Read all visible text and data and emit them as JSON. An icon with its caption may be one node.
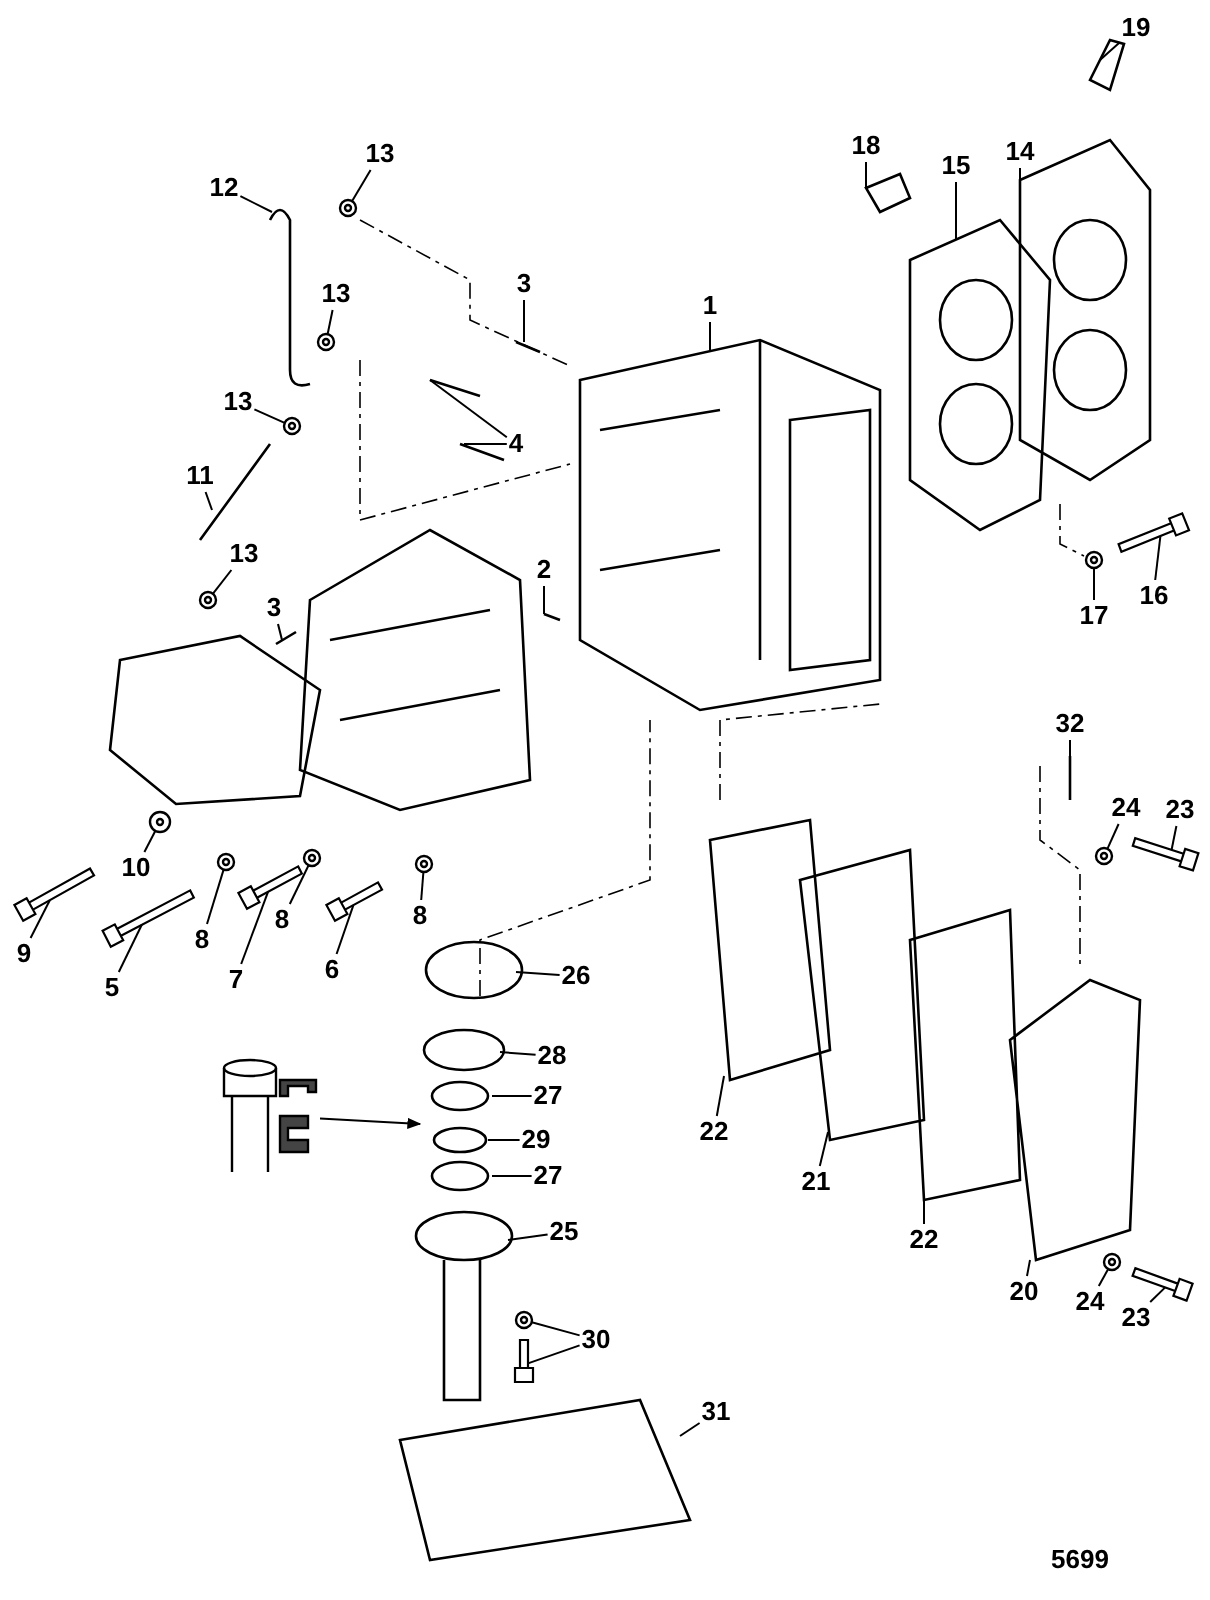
{
  "diagram": {
    "nodes": [
      {
        "text": [
          "19"
        ]
      },
      {
        "text": [
          "13"
        ]
      },
      {
        "text": [
          "12"
        ]
      },
      {
        "text": [
          "18"
        ]
      },
      {
        "text": [
          "15"
        ]
      },
      {
        "text": [
          "14"
        ]
      },
      {
        "text": [
          "3"
        ]
      },
      {
        "text": [
          "1"
        ]
      },
      {
        "text": [
          "13"
        ]
      },
      {
        "text": [
          "13"
        ]
      },
      {
        "text": [
          "4"
        ]
      },
      {
        "text": [
          "11"
        ]
      },
      {
        "text": [
          "13"
        ]
      },
      {
        "text": [
          "3"
        ]
      },
      {
        "text": [
          "2"
        ]
      },
      {
        "text": [
          "17"
        ]
      },
      {
        "text": [
          "16"
        ]
      },
      {
        "text": [
          "32"
        ]
      },
      {
        "text": [
          "24"
        ]
      },
      {
        "text": [
          "23"
        ]
      },
      {
        "text": [
          "10"
        ]
      },
      {
        "text": [
          "9"
        ]
      },
      {
        "text": [
          "5"
        ]
      },
      {
        "text": [
          "8"
        ]
      },
      {
        "text": [
          "7"
        ]
      },
      {
        "text": [
          "8"
        ]
      },
      {
        "text": [
          "6"
        ]
      },
      {
        "text": [
          "8"
        ]
      },
      {
        "text": [
          "26"
        ]
      },
      {
        "text": [
          "28"
        ]
      },
      {
        "text": [
          "27"
        ]
      },
      {
        "text": [
          "29"
        ]
      },
      {
        "text": [
          "27"
        ]
      },
      {
        "text": [
          "25"
        ]
      },
      {
        "text": [
          "30"
        ]
      },
      {
        "text": [
          "31"
        ]
      },
      {
        "text": [
          "22"
        ]
      },
      {
        "text": [
          "21"
        ]
      },
      {
        "text": [
          "22"
        ]
      },
      {
        "text": [
          "20"
        ]
      },
      {
        "text": [
          "24"
        ]
      },
      {
        "text": [
          "23"
        ]
      },
      {
        "text": [],
        "shape": "picture"
      },
      {
        "text": [],
        "shape": "circle"
      },
      {
        "text": [],
        "shape": "circle"
      },
      {
        "text": [],
        "shape": "circle"
      },
      {
        "text": [],
        "shape": "circle"
      },
      {
        "text": [],
        "shape": "circle"
      },
      {
        "text": [],
        "shape": "picture"
      },
      {
        "text": [],
        "shape": "circle"
      },
      {
        "text": [],
        "shape": "picture"
      },
      {
        "text": [],
        "shape": "circle"
      },
      {
        "text": [],
        "shape": "picture"
      },
      {
        "text": [],
        "shape": "picture"
      },
      {
        "text": [],
        "shape": "circle"
      },
      {
        "text": [],
        "shape": "picture"
      },
      {
        "text": [],
        "shape": "circle"
      },
      {
        "text": [],
        "shape": "picture"
      },
      {
        "text": [],
        "shape": "circle"
      },
      {
        "text": [],
        "shape": "circle"
      },
      {
        "text": [],
        "shape": "picture"
      },
      {
        "text": [],
        "shape": "circle"
      },
      {
        "text": [],
        "shape": "picture"
      }
    ],
    "edges": [
      {
        "from": 0,
        "to": null,
        "arrow": "none"
      },
      {
        "from": 1,
        "to": 43,
        "arrow": "none"
      },
      {
        "from": 2,
        "to": null,
        "arrow": "none"
      },
      {
        "from": 3,
        "to": null,
        "arrow": "none"
      },
      {
        "from": 4,
        "to": null,
        "arrow": "none"
      },
      {
        "from": 5,
        "to": null,
        "arrow": "none"
      },
      {
        "from": 6,
        "to": null,
        "arrow": "none"
      },
      {
        "from": 7,
        "to": null,
        "arrow": "none"
      },
      {
        "from": 8,
        "to": 44,
        "arrow": "none"
      },
      {
        "from": 9,
        "to": 45,
        "arrow": "none"
      },
      {
        "from": 10,
        "to": null,
        "arrow": "none"
      },
      {
        "from": 10,
        "to": null,
        "arrow": "none"
      },
      {
        "from": 11,
        "to": null,
        "arrow": "none"
      },
      {
        "from": 12,
        "to": 46,
        "arrow": "none"
      },
      {
        "from": 13,
        "to": null,
        "arrow": "none"
      },
      {
        "from": 14,
        "to": null,
        "arrow": "none"
      },
      {
        "from": 15,
        "to": 47,
        "arrow": "none"
      },
      {
        "from": 16,
        "to": 48,
        "arrow": "none"
      },
      {
        "from": 17,
        "to": null,
        "arrow": "none"
      },
      {
        "from": 18,
        "to": 49,
        "arrow": "none"
      },
      {
        "from": 19,
        "to": 50,
        "arrow": "none"
      },
      {
        "from": 20,
        "to": 51,
        "arrow": "none"
      },
      {
        "from": 21,
        "to": 52,
        "arrow": "none"
      },
      {
        "from": 22,
        "to": 53,
        "arrow": "none"
      },
      {
        "from": 23,
        "to": 54,
        "arrow": "none"
      },
      {
        "from": 24,
        "to": 55,
        "arrow": "none"
      },
      {
        "from": 25,
        "to": 56,
        "arrow": "none"
      },
      {
        "from": 26,
        "to": 57,
        "arrow": "none"
      },
      {
        "from": 27,
        "to": 58,
        "arrow": "none"
      },
      {
        "from": 28,
        "to": null,
        "arrow": "none"
      },
      {
        "from": 29,
        "to": null,
        "arrow": "none"
      },
      {
        "from": 30,
        "to": null,
        "arrow": "none"
      },
      {
        "from": 31,
        "to": null,
        "arrow": "none"
      },
      {
        "from": 32,
        "to": null,
        "arrow": "none"
      },
      {
        "from": 33,
        "to": null,
        "arrow": "none"
      },
      {
        "from": 34,
        "to": 59,
        "arrow": "none"
      },
      {
        "from": 34,
        "to": 60,
        "arrow": "none"
      },
      {
        "from": 35,
        "to": null,
        "arrow": "none"
      },
      {
        "from": 36,
        "to": null,
        "arrow": "none"
      },
      {
        "from": 37,
        "to": null,
        "arrow": "none"
      },
      {
        "from": 38,
        "to": null,
        "arrow": "none"
      },
      {
        "from": 39,
        "to": null,
        "arrow": "none"
      },
      {
        "from": 40,
        "to": 61,
        "arrow": "none"
      },
      {
        "from": 41,
        "to": 62,
        "arrow": "none"
      },
      {
        "from": 42,
        "to": null,
        "arrow": "to"
      }
    ],
    "labels": [
      "5699"
    ]
  }
}
